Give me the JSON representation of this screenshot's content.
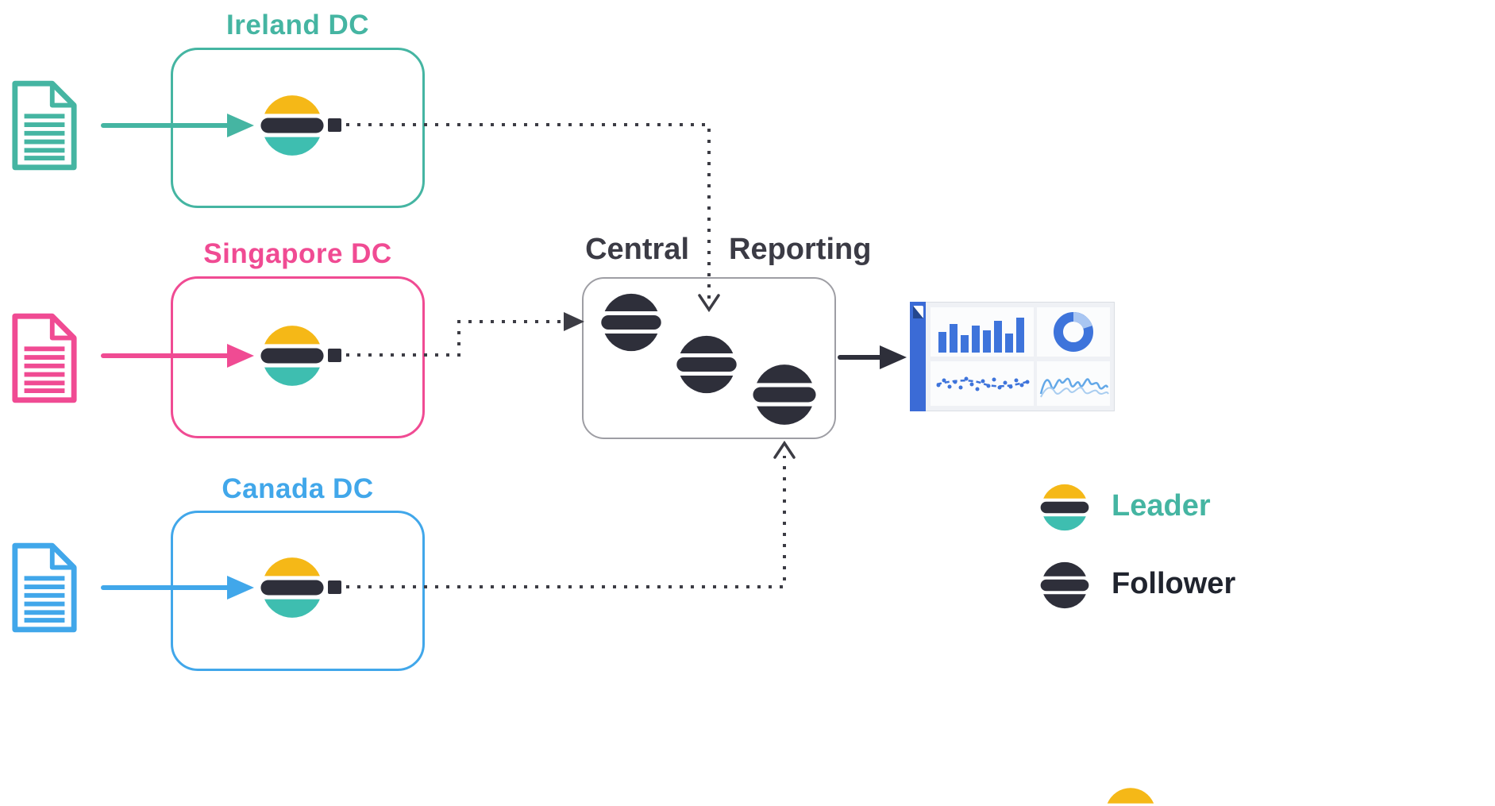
{
  "diagram": {
    "datacenters": [
      {
        "name": "Ireland DC",
        "color": "#45B5A2"
      },
      {
        "name": "Singapore DC",
        "color": "#F04B93"
      },
      {
        "name": "Canada DC",
        "color": "#41A7EA"
      }
    ],
    "central_label": {
      "left": "Central",
      "right": "Reporting"
    },
    "legend": {
      "leader": {
        "label": "Leader",
        "color": "#45B5A2",
        "icon": "elasticsearch-colored-logo"
      },
      "follower": {
        "label": "Follower",
        "color": "#20242E",
        "icon": "elasticsearch-dark-logo"
      }
    },
    "icons": {
      "document": "document-icon",
      "elasticsearch_leader": "elasticsearch-colored-logo",
      "elasticsearch_follower": "elasticsearch-dark-logo",
      "dashboard": "kibana-dashboard-icon",
      "connector_plug": "plug-square-icon"
    },
    "colors": {
      "teal": "#45B5A2",
      "pink": "#F04B93",
      "blue": "#41A7EA",
      "dark_navy": "#2E2F3A",
      "logo_yellow": "#F5B817",
      "logo_teal": "#3EBEB0",
      "dotted_line": "#3C3C44",
      "central_box_border": "#9E9EA4",
      "kibana_blue": "#3B6BD6"
    }
  }
}
